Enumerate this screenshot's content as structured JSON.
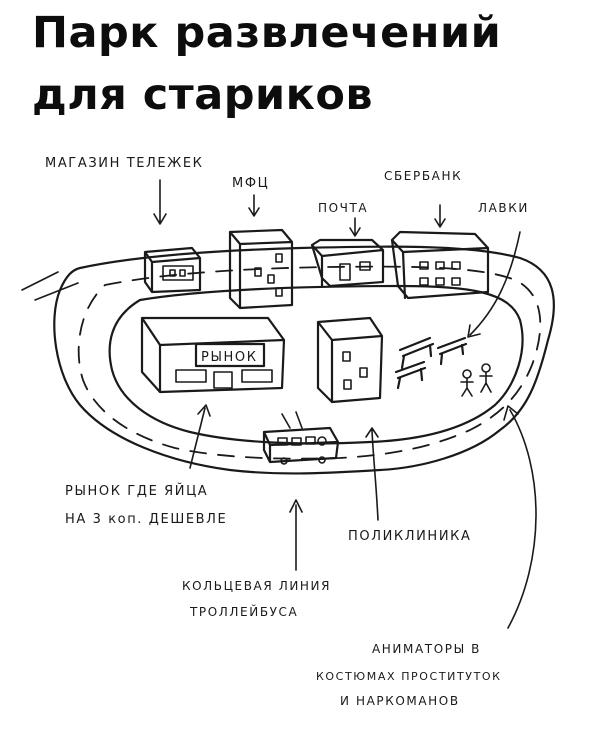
{
  "title": {
    "line1": "Парк развлечений",
    "line2": "для стариков"
  },
  "labels": {
    "cart_shop": "МАГАЗИН ТЕЛЕЖЕК",
    "mfc": "МФЦ",
    "post": "ПОЧТА",
    "sberbank": "СБЕРБАНК",
    "benches": "ЛАВКИ",
    "market_sign": "РЫНОК",
    "market_line1": "РЫНОК ГДЕ ЯЙЦА",
    "market_line2": "НА 3 коп. ДЕШЕВЛЕ",
    "clinic": "ПОЛИКЛИНИКА",
    "trolley_line1": "КОЛЬЦЕВАЯ ЛИНИЯ",
    "trolley_line2": "ТРОЛЛЕЙБУСА",
    "anim_line1": "АНИМАТОРЫ В",
    "anim_line2": "КОСТЮМАХ ПРОСТИТУТОК",
    "anim_line3": "И НАРКОМАНОВ"
  },
  "colors": {
    "ink": "#1a1a1a",
    "background": "#ffffff"
  }
}
